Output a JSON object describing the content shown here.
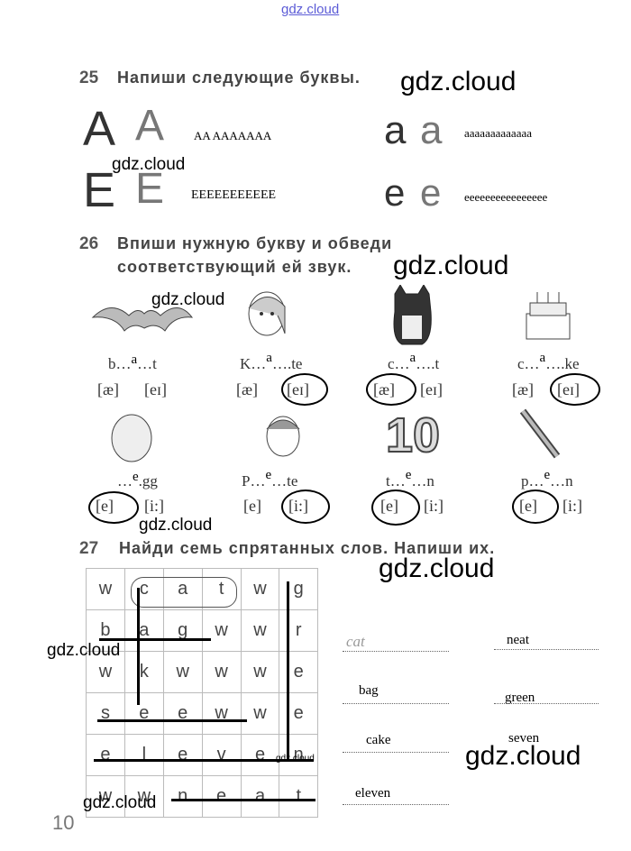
{
  "watermarks": {
    "top": "gdz.cloud",
    "main": "gdz.cloud",
    "small_tail": "gdz.cloud"
  },
  "ex25": {
    "number": "25",
    "title": "Напиши следующие буквы.",
    "printed": [
      "A",
      "A",
      "E",
      "E",
      "a",
      "a",
      "e",
      "e"
    ],
    "answer_A": "AA AAAAAAA",
    "answer_a": "aaaaaaaaaaaaa",
    "answer_E": "EEEEEEEEEEE",
    "answer_e": "eeeeeeeeeeeeeeee"
  },
  "ex26": {
    "number": "26",
    "title_line1": "Впиши нужную букву и обведи",
    "title_line2": "соответствующий ей звук.",
    "row1": [
      {
        "word_left": "b",
        "filled": "a",
        "word_right": "t",
        "ipa1": "[æ]",
        "ipa2": "[eɪ]"
      },
      {
        "word_left": "K",
        "filled": "a",
        "word_right": "te",
        "ipa1": "[æ]",
        "ipa2": "[eɪ]"
      },
      {
        "word_left": "c",
        "filled": "a",
        "word_right": "t",
        "ipa1": "[æ]",
        "ipa2": "[eɪ]"
      },
      {
        "word_left": "c",
        "filled": "a",
        "word_right": "ke",
        "ipa1": "[æ]",
        "ipa2": "[eɪ]"
      }
    ],
    "row2": [
      {
        "word_left": "",
        "filled": "e",
        "word_right": "gg",
        "ipa1": "[e]",
        "ipa2": "[i:]"
      },
      {
        "word_left": "P",
        "filled": "e",
        "word_right": "te",
        "ipa1": "[e]",
        "ipa2": "[i:]"
      },
      {
        "word_left": "t",
        "filled": "e",
        "word_right": "n",
        "ipa1": "[e]",
        "ipa2": "[i:]"
      },
      {
        "word_left": "p",
        "filled": "e",
        "word_right": "n",
        "ipa1": "[e]",
        "ipa2": "[i:]"
      }
    ],
    "ten_number": "10"
  },
  "ex27": {
    "number": "27",
    "title": "Найди семь спрятанных слов. Напиши их.",
    "grid": [
      [
        "w",
        "c",
        "a",
        "t",
        "w",
        "g"
      ],
      [
        "b",
        "a",
        "g",
        "w",
        "w",
        "r"
      ],
      [
        "w",
        "k",
        "w",
        "w",
        "w",
        "e"
      ],
      [
        "s",
        "e",
        "e",
        "w",
        "w",
        "e"
      ],
      [
        "e",
        "l",
        "e",
        "v",
        "e",
        "n"
      ],
      [
        "w",
        "w",
        "n",
        "e",
        "a",
        "t"
      ]
    ],
    "answers_left": [
      "cat",
      "bag",
      "cake",
      "eleven"
    ],
    "answers_right": [
      "neat",
      "green",
      "seven"
    ]
  },
  "page_number": "10"
}
